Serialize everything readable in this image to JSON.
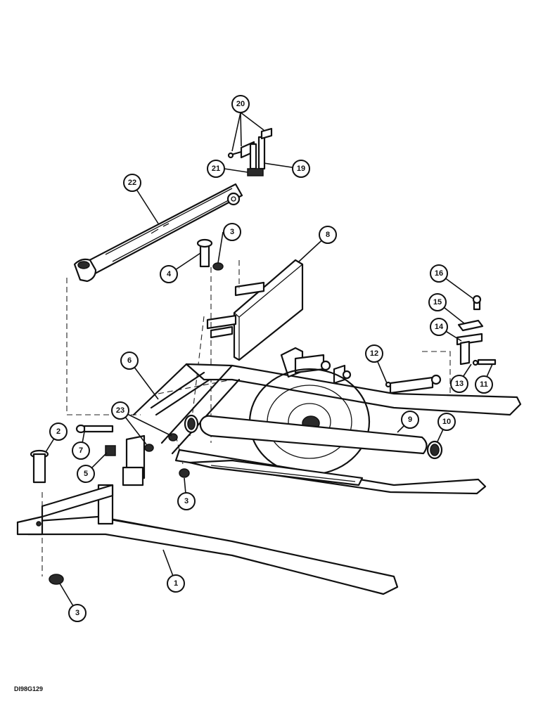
{
  "drawing_code": "DI98G129",
  "callouts": [
    {
      "id": "c20",
      "label": "20"
    },
    {
      "id": "c21",
      "label": "21"
    },
    {
      "id": "c19",
      "label": "19"
    },
    {
      "id": "c22",
      "label": "22"
    },
    {
      "id": "c3a",
      "label": "3"
    },
    {
      "id": "c8",
      "label": "8"
    },
    {
      "id": "c4",
      "label": "4"
    },
    {
      "id": "c16",
      "label": "16"
    },
    {
      "id": "c15",
      "label": "15"
    },
    {
      "id": "c14",
      "label": "14"
    },
    {
      "id": "c6",
      "label": "6"
    },
    {
      "id": "c12",
      "label": "12"
    },
    {
      "id": "c13",
      "label": "13"
    },
    {
      "id": "c11",
      "label": "11"
    },
    {
      "id": "c23",
      "label": "23"
    },
    {
      "id": "c9",
      "label": "9"
    },
    {
      "id": "c10",
      "label": "10"
    },
    {
      "id": "c2",
      "label": "2"
    },
    {
      "id": "c7",
      "label": "7"
    },
    {
      "id": "c5",
      "label": "5"
    },
    {
      "id": "c3b",
      "label": "3"
    },
    {
      "id": "c1",
      "label": "1"
    },
    {
      "id": "c3c",
      "label": "3"
    }
  ]
}
